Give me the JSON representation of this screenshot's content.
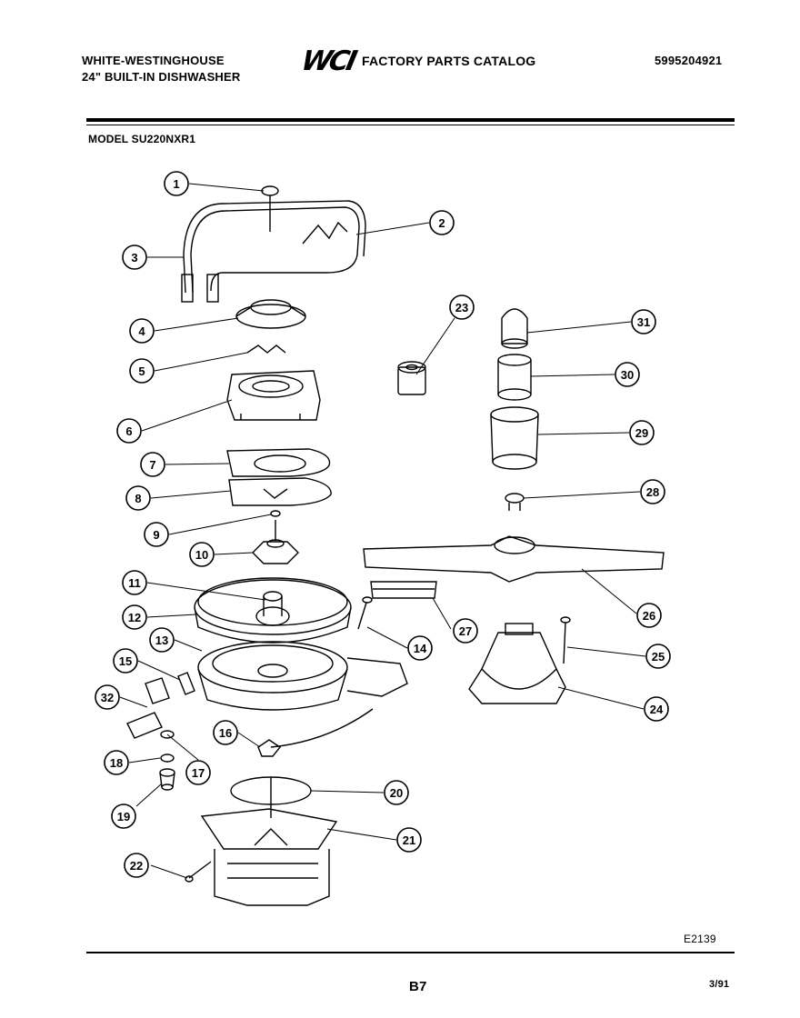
{
  "header": {
    "brand_line1": "WHITE-WESTINGHOUSE",
    "brand_line2": "24\" BUILT-IN DISHWASHER",
    "logo_text": "WCI",
    "catalog_title": "FACTORY PARTS CATALOG",
    "catalog_number": "5995204921"
  },
  "model": "MODEL SU220NXR1",
  "diagram": {
    "callouts": [
      "1",
      "2",
      "3",
      "4",
      "5",
      "6",
      "7",
      "8",
      "9",
      "10",
      "11",
      "12",
      "13",
      "14",
      "15",
      "16",
      "17",
      "18",
      "19",
      "20",
      "21",
      "22",
      "23",
      "24",
      "25",
      "26",
      "27",
      "28",
      "29",
      "30",
      "31",
      "32"
    ]
  },
  "footer": {
    "drawing_code": "E2139",
    "page_number": "B7",
    "date": "3/91"
  }
}
